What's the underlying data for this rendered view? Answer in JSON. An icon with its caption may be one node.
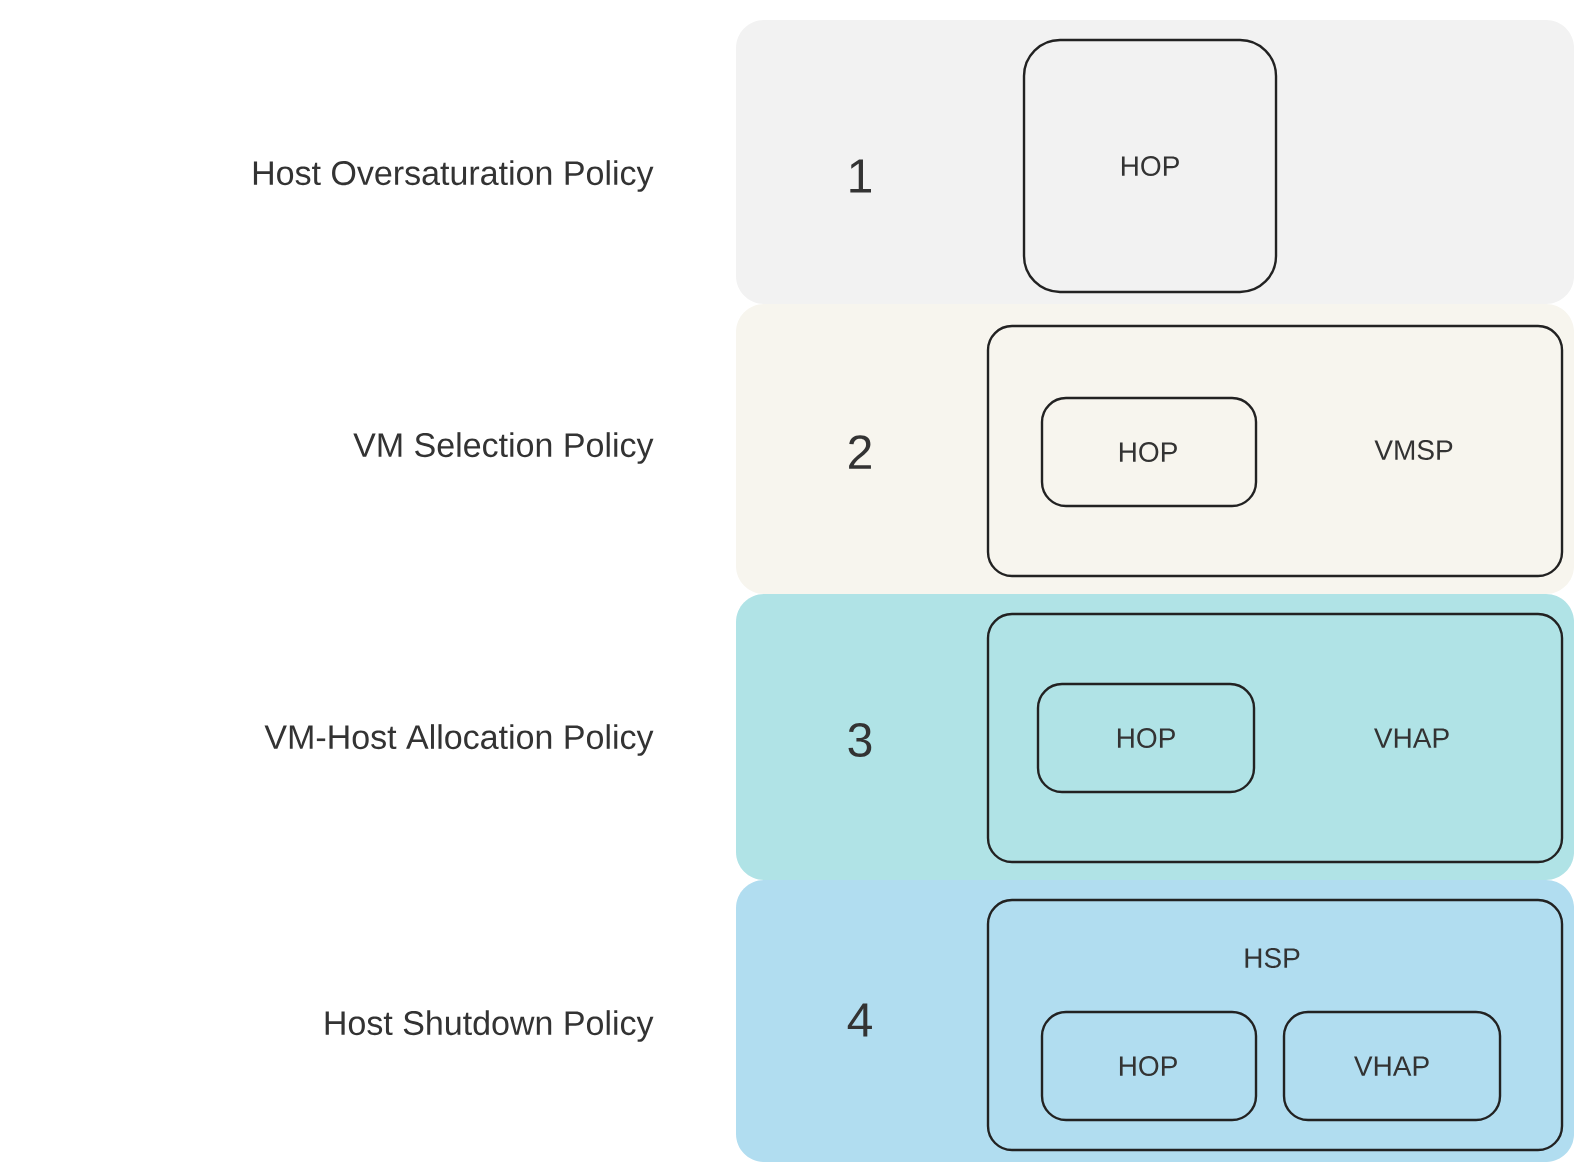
{
  "diagram": {
    "nodes": [
      {
        "text": [
          "Host Oversaturation Policy",
          "1"
        ]
      },
      {
        "text": [
          "HOP"
        ],
        "in": 0
      },
      {
        "text": [
          "VM Selection Policy",
          "2"
        ]
      },
      {
        "text": [
          "VMSP"
        ],
        "in": 2
      },
      {
        "text": [
          "HOP"
        ],
        "in": 3
      },
      {
        "text": [
          "VM-Host Allocation Policy",
          "3"
        ]
      },
      {
        "text": [
          "VHAP"
        ],
        "in": 5
      },
      {
        "text": [
          "HOP"
        ],
        "in": 6
      },
      {
        "text": [
          "Host Shutdown Policy",
          "4"
        ]
      },
      {
        "text": [
          "HSP"
        ],
        "in": 8
      },
      {
        "text": [
          "HOP"
        ],
        "in": 9
      },
      {
        "text": [
          "VHAP"
        ],
        "in": 9
      }
    ]
  }
}
